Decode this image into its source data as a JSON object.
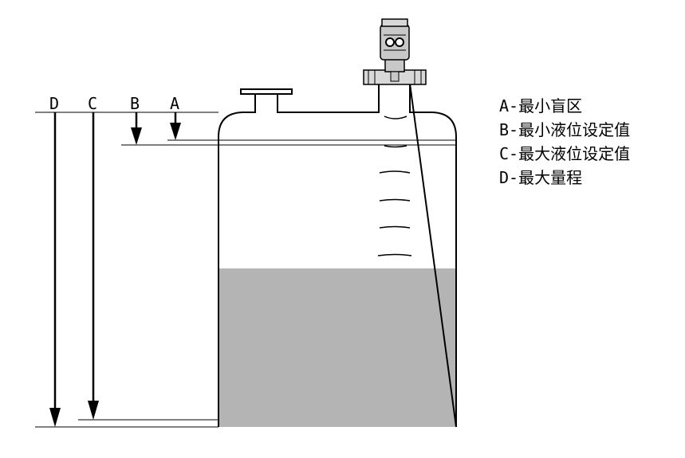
{
  "arrow_labels": {
    "d": "D",
    "c": "C",
    "b": "B",
    "a": "A"
  },
  "legend": [
    "A-最小盲区",
    "B-最小液位设定值",
    "C-最大液位设定值",
    "D-最大量程"
  ],
  "colors": {
    "liquid": "#b4b4b4",
    "line": "#000000",
    "flange": "#d8d8d8",
    "device": "#c8c8c8"
  },
  "icons": {
    "sensor": "radar-level-sensor-icon"
  }
}
